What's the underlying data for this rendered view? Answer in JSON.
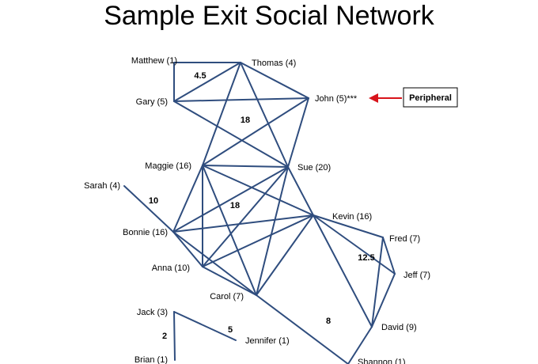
{
  "title": "Sample Exit Social Network",
  "colors": {
    "edge": "#2f4d7e",
    "arrow": "#d8141b",
    "text": "#000000"
  },
  "nodes": {
    "matthew": "Matthew (1)",
    "thomas": "Thomas (4)",
    "gary": "Gary (5)",
    "john": "John (5)***",
    "maggie": "Maggie (16)",
    "sue": "Sue (20)",
    "sarah": "Sarah (4)",
    "kevin": "Kevin (16)",
    "bonnie": "Bonnie (16)",
    "fred": "Fred (7)",
    "jeff": "Jeff (7)",
    "anna": "Anna (10)",
    "carol": "Carol (7)",
    "david": "David (9)",
    "jack": "Jack (3)",
    "jennifer": "Jennifer (1)",
    "brian": "Brian (1)",
    "shannon": "Shannon (1)"
  },
  "weights": {
    "w_top": "4.5",
    "w_upper": "18",
    "w_sarah": "10",
    "w_middle": "18",
    "w_right": "12.5",
    "w_david": "8",
    "w_jack": "2",
    "w_jennifer": "5"
  },
  "callout": {
    "label": "Peripheral"
  }
}
